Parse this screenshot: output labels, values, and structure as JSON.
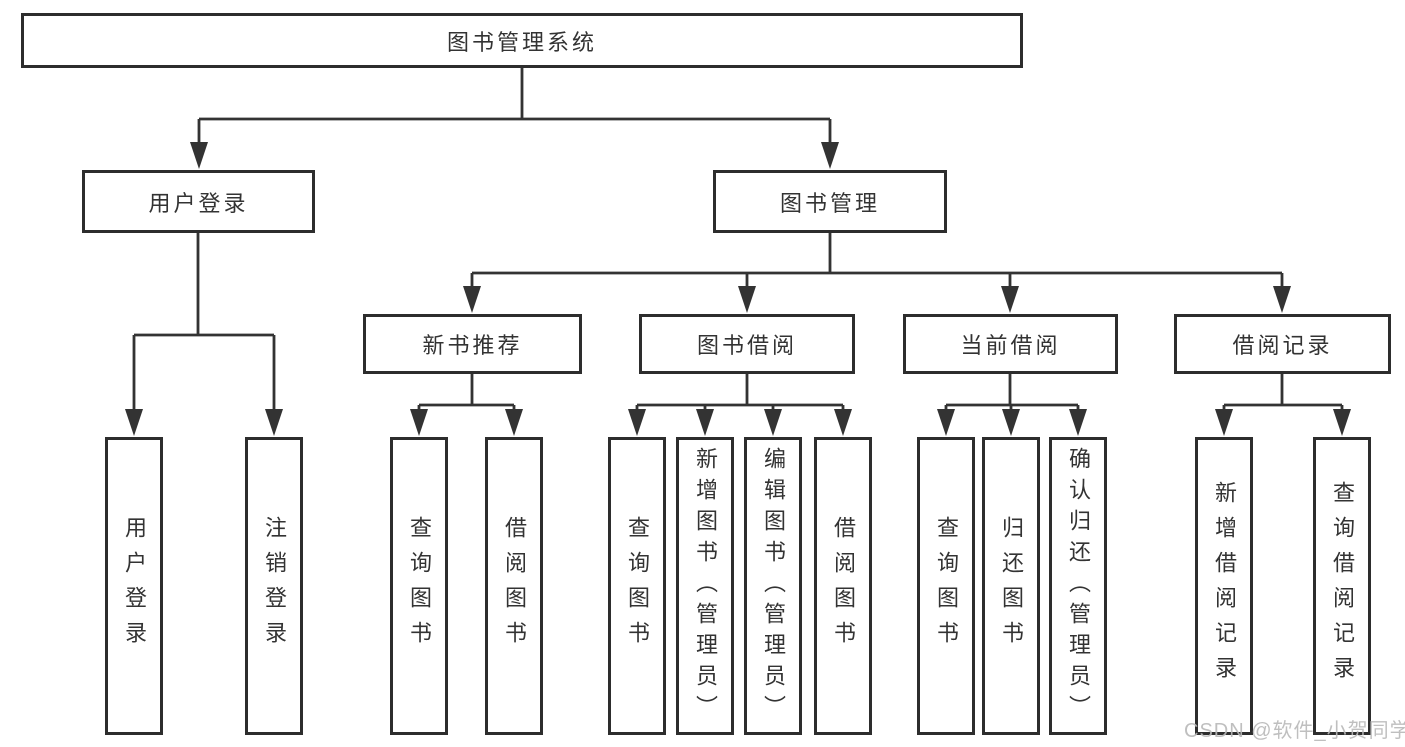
{
  "diagram": {
    "title": "图书管理系统",
    "root": {
      "label": "图书管理系统"
    },
    "level2": [
      {
        "label": "用户登录"
      },
      {
        "label": "图书管理"
      }
    ],
    "level3": [
      {
        "label": "新书推荐"
      },
      {
        "label": "图书借阅"
      },
      {
        "label": "当前借阅"
      },
      {
        "label": "借阅记录"
      }
    ],
    "leaves": {
      "user_login_group": [
        "用户登录",
        "注销登录"
      ],
      "new_book_group": [
        "查询图书",
        "借阅图书"
      ],
      "book_borrow_group": [
        "查询图书",
        "新增图书（管理员）",
        "编辑图书（管理员）",
        "借阅图书"
      ],
      "current_borrow_group": [
        "查询图书",
        "归还图书",
        "确认归还（管理员）"
      ],
      "borrow_record_group": [
        "新增借阅记录",
        "查询借阅记录"
      ]
    }
  },
  "watermark": {
    "text": "CSDN @软件_小贺同学"
  },
  "colors": {
    "line": "#333333",
    "border": "#2d2d2d",
    "text": "#333333",
    "background": "#ffffff",
    "watermark": "#b9b9b9"
  }
}
